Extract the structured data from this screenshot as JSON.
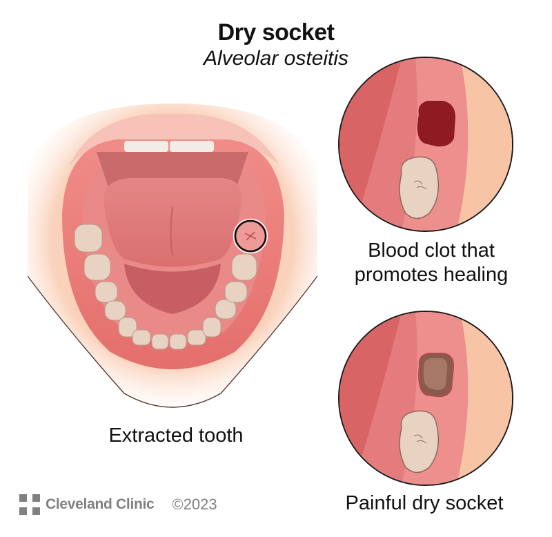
{
  "header": {
    "title": "Dry socket",
    "subtitle": "Alveolar osteitis"
  },
  "illustration": {
    "main_label": "Extracted tooth",
    "insets": [
      {
        "label_line1": "Blood clot that",
        "label_line2": "promotes healing",
        "state": "healing"
      },
      {
        "label_line1": "Painful dry socket",
        "state": "dry-socket"
      }
    ]
  },
  "footer": {
    "brand": "Cleveland Clinic",
    "copyright": "©2023"
  },
  "colors": {
    "gum": "#e77f80",
    "gum_light": "#f3a5a3",
    "skin": "#f9c9ae",
    "tooth": "#e8d2c2",
    "clot": "#8e1b22",
    "socket": "#8a5a4c",
    "logo_gray": "#808080"
  }
}
